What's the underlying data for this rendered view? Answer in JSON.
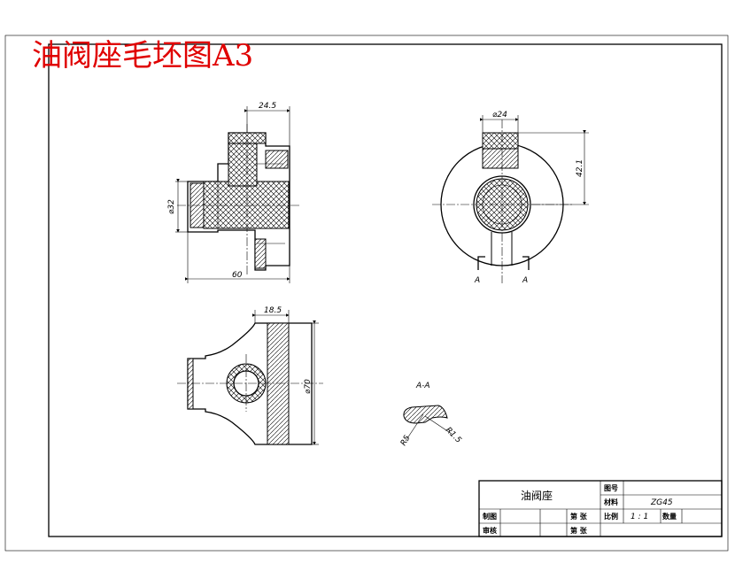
{
  "title": "油阀座毛坯图A3",
  "views": {
    "front": {
      "dim_top": "24.5",
      "dim_left": "⌀32",
      "dim_bottom": "60"
    },
    "side": {
      "dim_top": "⌀24",
      "dim_right": "42.1",
      "section_left": "A",
      "section_right": "A"
    },
    "top": {
      "dim_top": "18.5",
      "dim_right": "⌀70"
    },
    "section": {
      "label": "A-A",
      "r_left": "R5",
      "r_right": "R1.5"
    }
  },
  "title_block": {
    "part_name": "油阀座",
    "drawing_no_label": "图号",
    "material_label": "材料",
    "material_value": "ZG45",
    "drawn_by_label": "制图",
    "reviewed_by_label": "审核",
    "sheet_label_1": "第 张",
    "sheet_label_2": "第 张",
    "scale_label": "比例",
    "scale_value": "1 : 1",
    "qty_label": "数量"
  }
}
